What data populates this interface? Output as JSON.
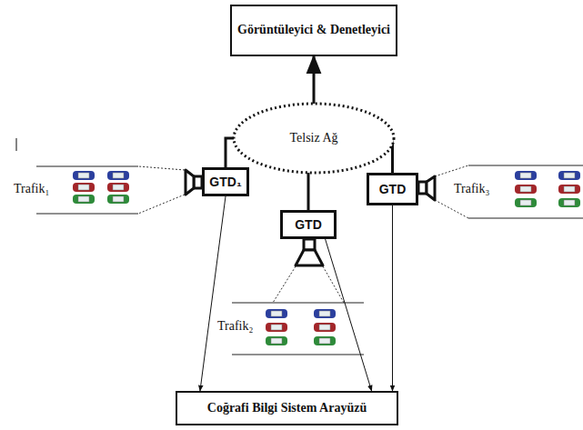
{
  "diagram": {
    "nodes": [
      {
        "text": [
          "Görüntüleyici & Denetleyici"
        ]
      },
      {
        "text": [
          "Telsiz Ağ"
        ]
      },
      {
        "text": [
          "GTD₁"
        ]
      },
      {
        "text": [
          "GTD"
        ]
      },
      {
        "text": [
          "GTD"
        ]
      },
      {
        "text": [
          "Coğrafi Bilgi Sistem Arayüzü"
        ]
      }
    ],
    "edges": [
      {
        "from": 1,
        "to": 0,
        "arrow": "to"
      },
      {
        "from": 1,
        "to": 2,
        "arrow": "none"
      },
      {
        "from": 1,
        "to": 3,
        "arrow": "none"
      },
      {
        "from": 1,
        "to": 4,
        "arrow": "none"
      },
      {
        "from": 2,
        "to": 5,
        "arrow": "to"
      },
      {
        "from": 3,
        "to": 5,
        "arrow": "to"
      },
      {
        "from": 4,
        "to": 5,
        "arrow": "to"
      }
    ],
    "labels": [
      "Trafik₁",
      "Trafik₂",
      "Trafik₃"
    ]
  }
}
